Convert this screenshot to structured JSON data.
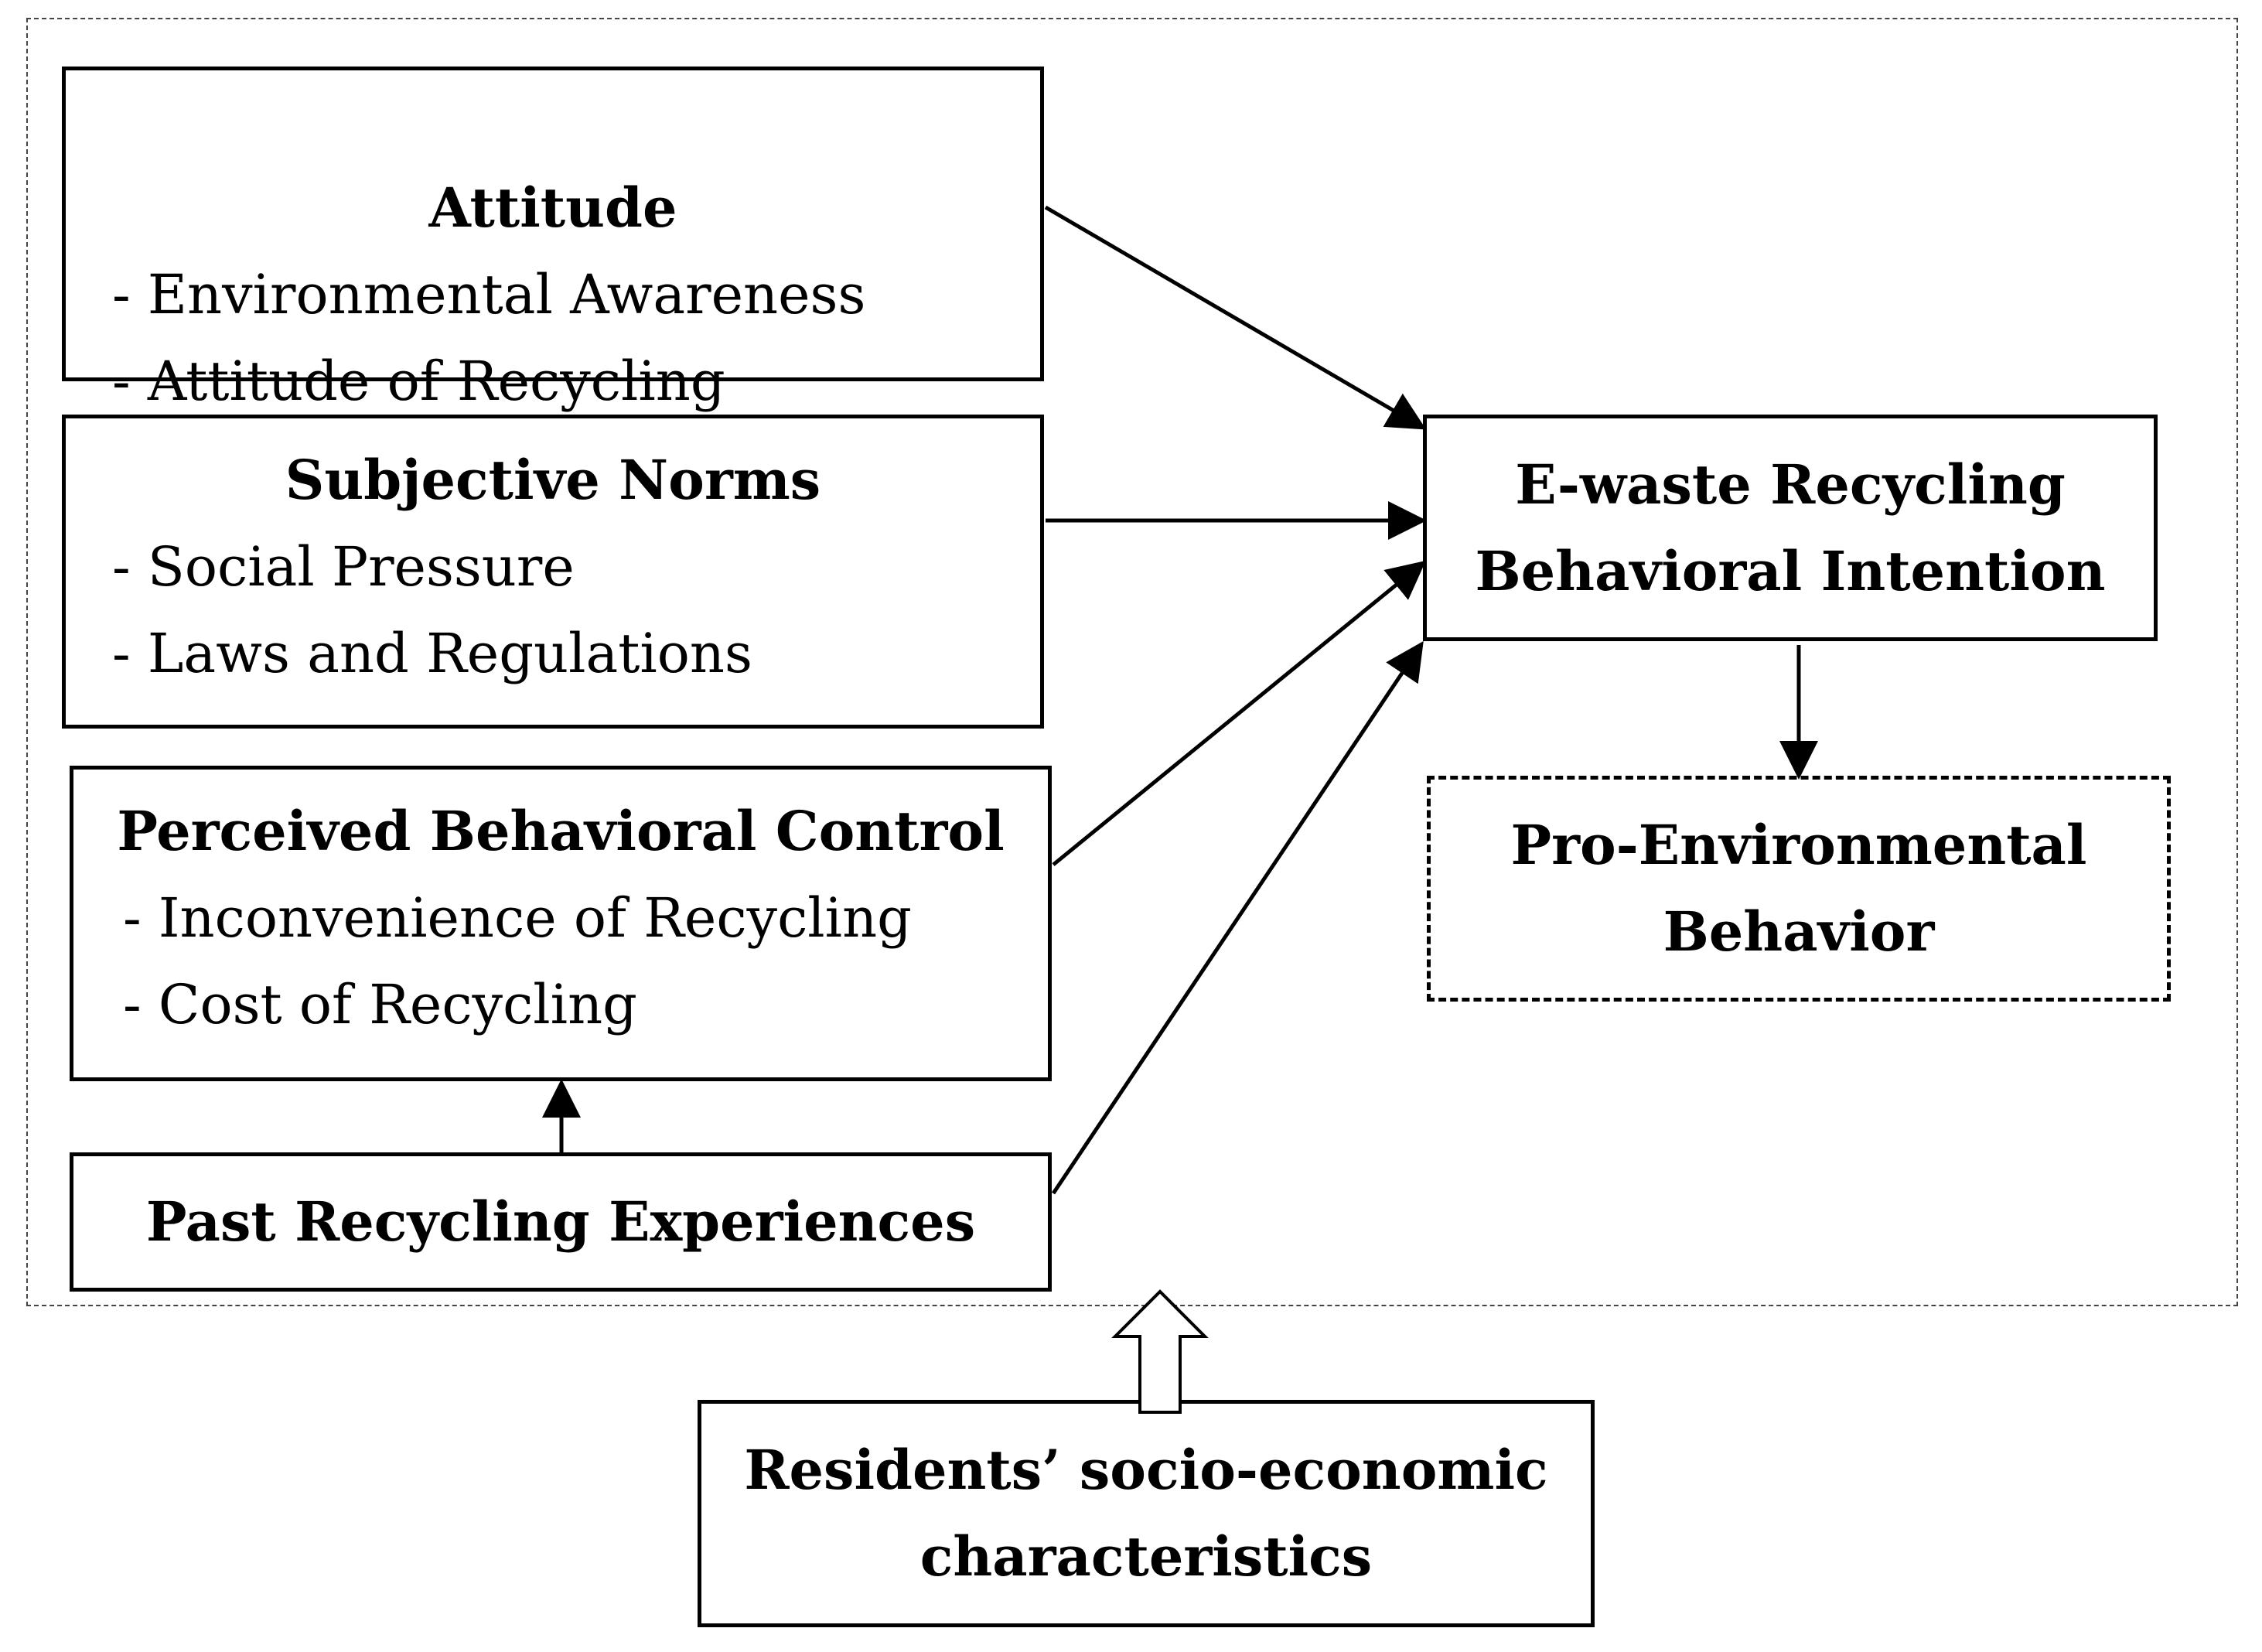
{
  "attitude": {
    "title": "Attitude",
    "items": [
      "- Environmental Awareness",
      "- Attitude of Recycling"
    ]
  },
  "subjective_norms": {
    "title": "Subjective Norms",
    "items": [
      "- Social Pressure",
      "- Laws and Regulations"
    ]
  },
  "pbc": {
    "title": "Perceived Behavioral Control",
    "items": [
      "- Inconvenience of Recycling",
      "- Cost of Recycling"
    ]
  },
  "past": {
    "title": "Past Recycling Experiences"
  },
  "intention": {
    "line1": "E-waste Recycling",
    "line2": "Behavioral Intention"
  },
  "pro_env": {
    "line1": "Pro-Environmental",
    "line2": "Behavior"
  },
  "residents": {
    "line1": "Residents’ socio-economic",
    "line2": "characteristics"
  }
}
